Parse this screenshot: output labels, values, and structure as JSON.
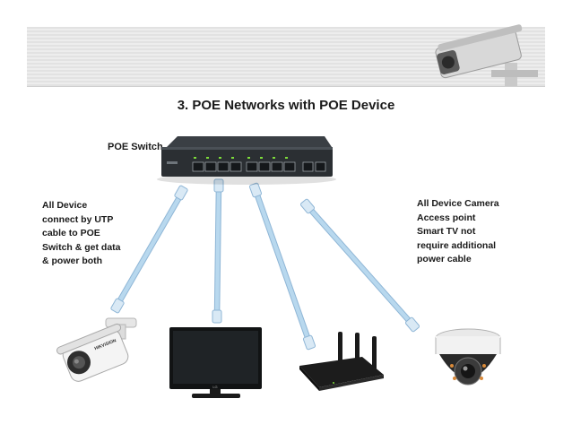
{
  "title": "3. POE Networks with POE Device",
  "switch_label": "POE  Switch",
  "left_note": [
    "All Device",
    "connect by UTP",
    "cable to POE",
    "Switch & get data",
    "& power both"
  ],
  "right_note": [
    "All Device Camera",
    "Access point",
    "Smart TV  not",
    "require additional",
    "power cable"
  ],
  "devices": [
    {
      "name": "bullet-camera",
      "brand": "HIKVISION"
    },
    {
      "name": "monitor-tv",
      "brand": "LG"
    },
    {
      "name": "wifi-router",
      "brand": ""
    },
    {
      "name": "dome-camera",
      "brand": ""
    }
  ],
  "colors": {
    "cable": "#b8d8ee",
    "cable_edge": "#8fb6d6",
    "switch_body": "#2b2f33",
    "port_led": "#7ddc3a"
  }
}
